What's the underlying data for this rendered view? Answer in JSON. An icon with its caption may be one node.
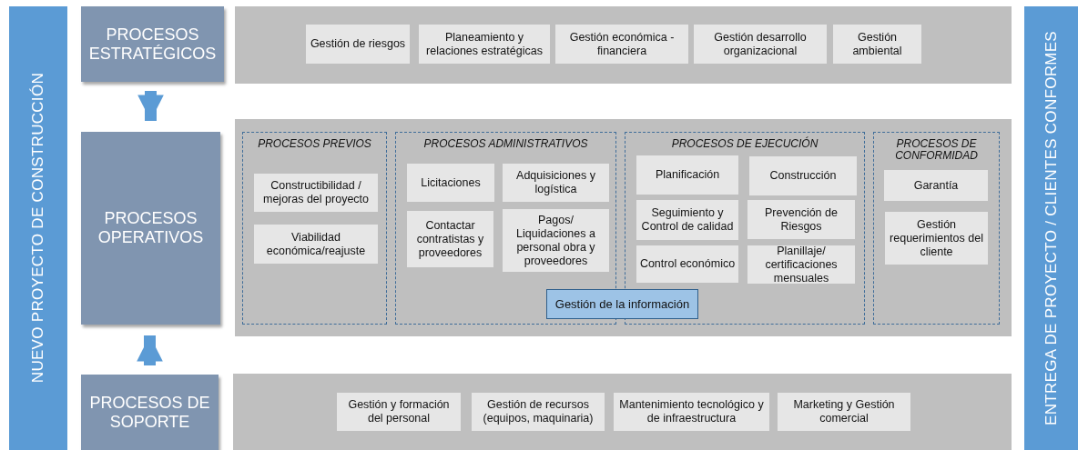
{
  "diagram": {
    "nodes": [
      {
        "text": [
          "NUEVO PROYECTO DE CONSTRUCCIÓN"
        ]
      },
      {
        "text": [
          "PROCESOS ESTRATÉGICOS"
        ]
      },
      {
        "text": [],
        "shape": "box"
      },
      {
        "text": [
          "Gestión de riesgos"
        ],
        "in": 2
      },
      {
        "text": [
          "Planeamiento y relaciones estratégicas"
        ],
        "in": 2
      },
      {
        "text": [
          "Gestión económica - financiera"
        ],
        "in": 2
      },
      {
        "text": [
          "Gestión desarrollo organizacional"
        ],
        "in": 2
      },
      {
        "text": [
          "Gestión ambiental"
        ],
        "in": 2
      },
      {
        "text": [
          "PROCESOS OPERATIVOS"
        ]
      },
      {
        "text": [],
        "shape": "box"
      },
      {
        "text": [
          "PROCESOS PREVIOS"
        ],
        "in": 9
      },
      {
        "text": [
          "Constructibilidad / mejoras del proyecto"
        ],
        "in": 10
      },
      {
        "text": [
          "Viabilidad económica/reajuste"
        ],
        "in": 10
      },
      {
        "text": [
          "PROCESOS ADMINISTRATIVOS"
        ],
        "in": 9
      },
      {
        "text": [
          "Licitaciones"
        ],
        "in": 13
      },
      {
        "text": [
          "Adquisiciones y logística"
        ],
        "in": 13
      },
      {
        "text": [
          "Contactar contratistas y proveedores"
        ],
        "in": 13
      },
      {
        "text": [
          "Pagos/ Liquidaciones a personal obra y proveedores"
        ],
        "in": 13
      },
      {
        "text": [
          "PROCESOS DE EJECUCIÓN"
        ],
        "in": 9
      },
      {
        "text": [
          "Planificación"
        ],
        "in": 18
      },
      {
        "text": [
          "Construcción"
        ],
        "in": 18
      },
      {
        "text": [
          "Seguimiento y Control de calidad"
        ],
        "in": 18
      },
      {
        "text": [
          "Prevención de Riesgos"
        ],
        "in": 18
      },
      {
        "text": [
          "Control económico"
        ],
        "in": 18
      },
      {
        "text": [
          "Planillaje/ certificaciones mensuales"
        ],
        "in": 18
      },
      {
        "text": [
          "PROCESOS DE CONFORMIDAD"
        ],
        "in": 9
      },
      {
        "text": [
          "Garantía"
        ],
        "in": 25
      },
      {
        "text": [
          "Gestión requerimientos del cliente"
        ],
        "in": 25
      },
      {
        "text": [
          "Gestión de la información"
        ],
        "in": 9
      },
      {
        "text": [
          "PROCESOS DE SOPORTE"
        ]
      },
      {
        "text": [],
        "shape": "box"
      },
      {
        "text": [
          "Gestión y formación del personal"
        ],
        "in": 30
      },
      {
        "text": [
          "Gestión de recursos (equipos, maquinaria)"
        ],
        "in": 30
      },
      {
        "text": [
          "Mantenimiento tecnológico y de infraestructura"
        ],
        "in": 30
      },
      {
        "text": [
          "Marketing y Gestión comercial"
        ],
        "in": 30
      },
      {
        "text": [
          "ENTREGA DE PROYECTO / CLIENTES CONFORMES"
        ]
      }
    ],
    "edges": [
      {
        "from": 1,
        "to": 8,
        "arrow": "to"
      },
      {
        "from": 29,
        "to": 8,
        "arrow": "to"
      }
    ]
  }
}
